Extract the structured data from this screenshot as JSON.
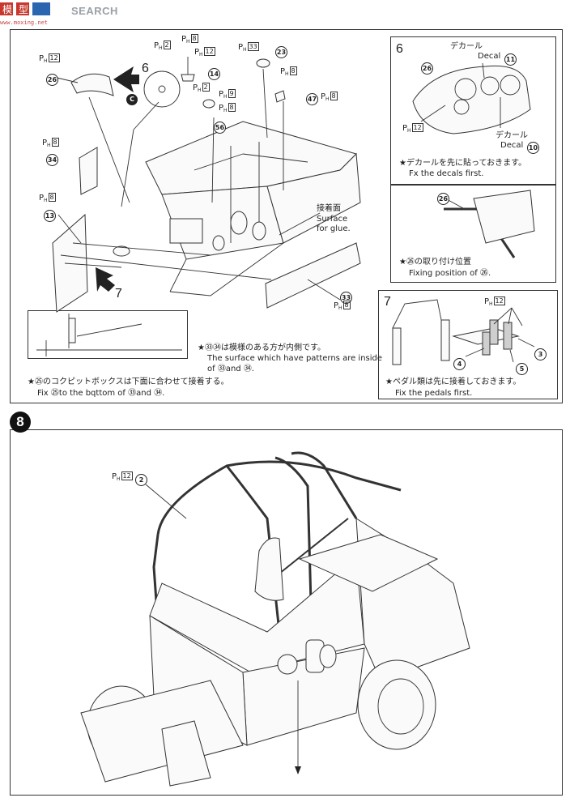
{
  "watermark": {
    "logo_text": "模型",
    "search": "SEARCH",
    "domain": "www.moxing.net"
  },
  "step_top": {
    "ph_labels": [
      "P",
      "P",
      "P",
      "P",
      "P",
      "P",
      "P",
      "P",
      "P",
      "P",
      "P",
      "P"
    ],
    "ph_numbers": [
      "12",
      "8",
      "8",
      "12",
      "2",
      "9",
      "8",
      "8",
      "33",
      "8",
      "8",
      "12"
    ],
    "arrow_6": "6",
    "arrow_7": "7",
    "c_mark": "C",
    "parts": {
      "p26": "26",
      "p34": "34",
      "p13": "13",
      "p14": "14",
      "p56": "56",
      "p23": "23",
      "p47": "47",
      "p33": "33"
    },
    "glue_ja": "接着面",
    "glue_en_1": "Surface",
    "glue_en_2": "for glue.",
    "note_pattern_ja": "★㉝㉞は模様のある方が内側です。",
    "note_pattern_en_1": "The surface which have patterns are inside",
    "note_pattern_en_2": "of ㉝and ㉞.",
    "note_cockpit_ja": "★㉕のコクピットボックスは下面に合わせて接着する。",
    "note_cockpit_en": "Fix ㉕to the bqttom of ㉝and ㉞."
  },
  "sub6": {
    "step": "6",
    "decal_ja_1": "デカール",
    "decal_en_1": "Decal",
    "decal_num_1": "11",
    "decal_ja_2": "デカール",
    "decal_en_2": "Decal",
    "decal_num_2": "10",
    "part": "26",
    "ph": "12",
    "note_ja": "★デカールを先に貼っておきます。",
    "note_en": "Fx the decals first."
  },
  "sub6b": {
    "part": "26",
    "note_ja": "★㉖の取り付け位置",
    "note_en": "Fixing position of ㉖."
  },
  "sub7": {
    "step": "7",
    "ph": "12",
    "parts": [
      "4",
      "5",
      "3"
    ],
    "note_ja": "★ペダル類は先に接着しておきます。",
    "note_en": "Fix the pedals first."
  },
  "step8": {
    "badge": "8",
    "ph": "12",
    "part": "2"
  }
}
